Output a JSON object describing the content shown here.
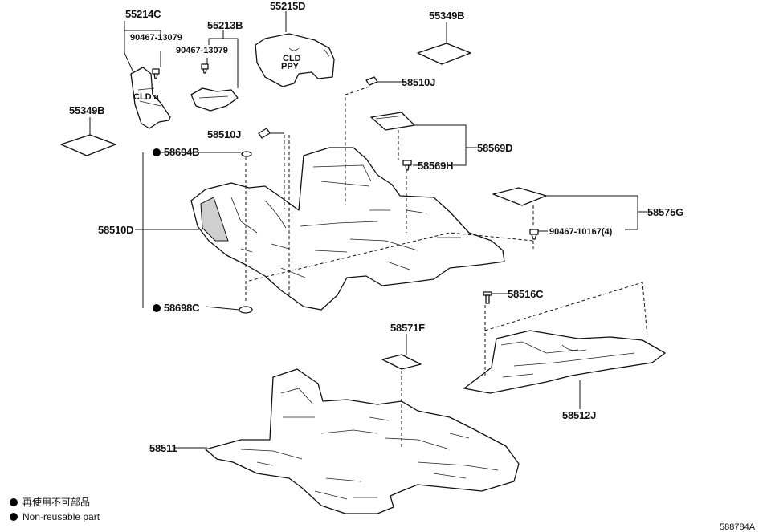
{
  "labels": {
    "p55214C": "55214C",
    "p90467_13079a": "90467-13079",
    "p55213B": "55213B",
    "p90467_13079b": "90467-13079",
    "p55215D": "55215D",
    "p55349B_top": "55349B",
    "p55349B_left": "55349B",
    "p58510J_a": "58510J",
    "p58510J_b": "58510J",
    "p58569D": "58569D",
    "p58569H": "58569H",
    "p58694B": "58694B",
    "p58575G": "58575G",
    "p90467_10167": "90467-10167(4)",
    "p58510D": "58510D",
    "p58698C": "58698C",
    "p58516C": "58516C",
    "p58571F": "58571F",
    "p58512J": "58512J",
    "p58511": "58511"
  },
  "legend": {
    "line1": "再使用不可部品",
    "line2": "Non-reusable part"
  },
  "reference": "588784A"
}
